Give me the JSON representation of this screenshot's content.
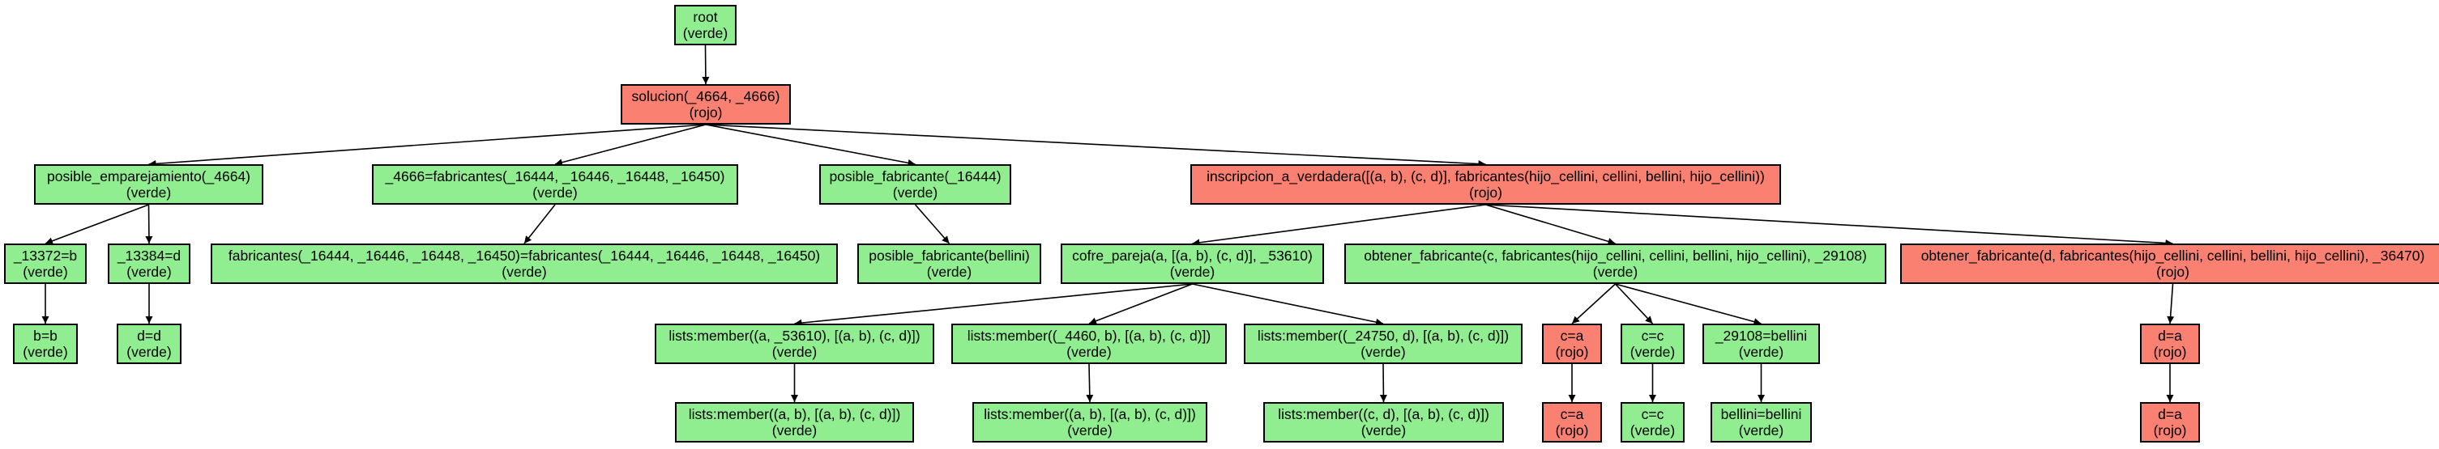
{
  "colors": {
    "verde": "#90ee90",
    "rojo": "#fa8072",
    "border": "#000000",
    "edge": "#000000"
  },
  "nodes": [
    {
      "id": "n0",
      "label": "root",
      "status": "verde",
      "status_text": "(verde)"
    },
    {
      "id": "n1",
      "label": "solucion(_4664, _4666)",
      "status": "rojo",
      "status_text": "(rojo)"
    },
    {
      "id": "n2",
      "label": "posible_emparejamiento(_4664)",
      "status": "verde",
      "status_text": "(verde)"
    },
    {
      "id": "n3",
      "label": "_4666=fabricantes(_16444, _16446, _16448, _16450)",
      "status": "verde",
      "status_text": "(verde)"
    },
    {
      "id": "n4",
      "label": "posible_fabricante(_16444)",
      "status": "verde",
      "status_text": "(verde)"
    },
    {
      "id": "n5",
      "label": "inscripcion_a_verdadera([(a, b), (c, d)], fabricantes(hijo_cellini, cellini, bellini, hijo_cellini))",
      "status": "rojo",
      "status_text": "(rojo)"
    },
    {
      "id": "n6",
      "label": "_13372=b",
      "status": "verde",
      "status_text": "(verde)"
    },
    {
      "id": "n7",
      "label": "_13384=d",
      "status": "verde",
      "status_text": "(verde)"
    },
    {
      "id": "n8",
      "label": "fabricantes(_16444, _16446, _16448, _16450)=fabricantes(_16444, _16446, _16448, _16450)",
      "status": "verde",
      "status_text": "(verde)"
    },
    {
      "id": "n9",
      "label": "posible_fabricante(bellini)",
      "status": "verde",
      "status_text": "(verde)"
    },
    {
      "id": "n10",
      "label": "cofre_pareja(a, [(a, b), (c, d)], _53610)",
      "status": "verde",
      "status_text": "(verde)"
    },
    {
      "id": "n11",
      "label": "obtener_fabricante(c, fabricantes(hijo_cellini, cellini, bellini, hijo_cellini), _29108)",
      "status": "verde",
      "status_text": "(verde)"
    },
    {
      "id": "n12",
      "label": "obtener_fabricante(d, fabricantes(hijo_cellini, cellini, bellini, hijo_cellini), _36470)",
      "status": "rojo",
      "status_text": "(rojo)"
    },
    {
      "id": "n13",
      "label": "b=b",
      "status": "verde",
      "status_text": "(verde)"
    },
    {
      "id": "n14",
      "label": "d=d",
      "status": "verde",
      "status_text": "(verde)"
    },
    {
      "id": "n15",
      "label": "lists:member((a, _53610), [(a, b), (c, d)])",
      "status": "verde",
      "status_text": "(verde)"
    },
    {
      "id": "n16",
      "label": "lists:member((_4460, b), [(a, b), (c, d)])",
      "status": "verde",
      "status_text": "(verde)"
    },
    {
      "id": "n17",
      "label": "lists:member((_24750, d), [(a, b), (c, d)])",
      "status": "verde",
      "status_text": "(verde)"
    },
    {
      "id": "n18",
      "label": "c=a",
      "status": "rojo",
      "status_text": "(rojo)"
    },
    {
      "id": "n19",
      "label": "c=c",
      "status": "verde",
      "status_text": "(verde)"
    },
    {
      "id": "n20",
      "label": "_29108=bellini",
      "status": "verde",
      "status_text": "(verde)"
    },
    {
      "id": "n21",
      "label": "d=a",
      "status": "rojo",
      "status_text": "(rojo)"
    },
    {
      "id": "n22",
      "label": "lists:member((a, b), [(a, b), (c, d)])",
      "status": "verde",
      "status_text": "(verde)"
    },
    {
      "id": "n23",
      "label": "lists:member((a, b), [(a, b), (c, d)])",
      "status": "verde",
      "status_text": "(verde)"
    },
    {
      "id": "n24",
      "label": "lists:member((c, d), [(a, b), (c, d)])",
      "status": "verde",
      "status_text": "(verde)"
    },
    {
      "id": "n25",
      "label": "c=a",
      "status": "rojo",
      "status_text": "(rojo)"
    },
    {
      "id": "n26",
      "label": "c=c",
      "status": "verde",
      "status_text": "(verde)"
    },
    {
      "id": "n27",
      "label": "bellini=bellini",
      "status": "verde",
      "status_text": "(verde)"
    },
    {
      "id": "n28",
      "label": "d=a",
      "status": "rojo",
      "status_text": "(rojo)"
    }
  ],
  "edges": [
    [
      "n0",
      "n1"
    ],
    [
      "n1",
      "n2"
    ],
    [
      "n1",
      "n3"
    ],
    [
      "n1",
      "n4"
    ],
    [
      "n1",
      "n5"
    ],
    [
      "n2",
      "n6"
    ],
    [
      "n2",
      "n7"
    ],
    [
      "n3",
      "n8"
    ],
    [
      "n4",
      "n9"
    ],
    [
      "n5",
      "n10"
    ],
    [
      "n5",
      "n11"
    ],
    [
      "n5",
      "n12"
    ],
    [
      "n6",
      "n13"
    ],
    [
      "n7",
      "n14"
    ],
    [
      "n10",
      "n15"
    ],
    [
      "n10",
      "n16"
    ],
    [
      "n10",
      "n17"
    ],
    [
      "n11",
      "n18"
    ],
    [
      "n11",
      "n19"
    ],
    [
      "n11",
      "n20"
    ],
    [
      "n12",
      "n21"
    ],
    [
      "n15",
      "n22"
    ],
    [
      "n16",
      "n23"
    ],
    [
      "n17",
      "n24"
    ],
    [
      "n18",
      "n25"
    ],
    [
      "n19",
      "n26"
    ],
    [
      "n20",
      "n27"
    ],
    [
      "n21",
      "n28"
    ]
  ]
}
